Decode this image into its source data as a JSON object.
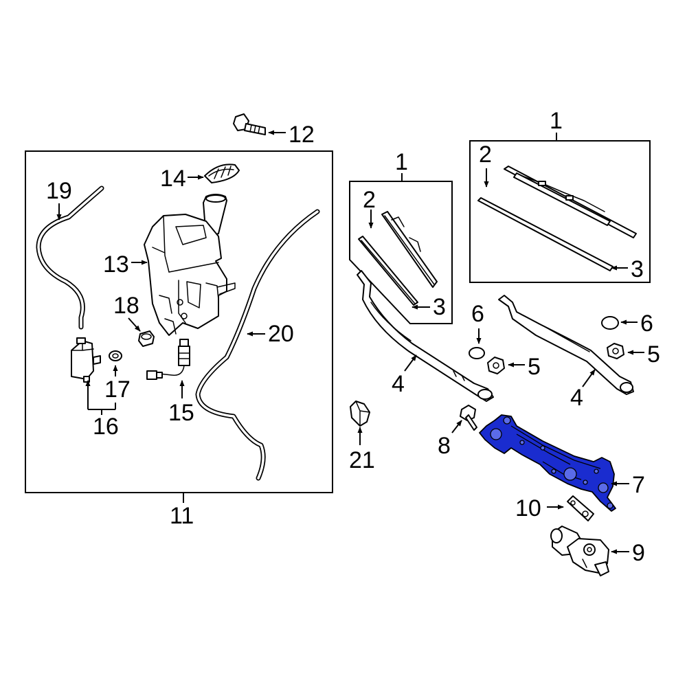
{
  "colors": {
    "highlight": "#1a2ccf",
    "line": "#000000",
    "background": "#ffffff"
  },
  "callouts": {
    "c1_left": "1",
    "c1_right": "1",
    "c2_left": "2",
    "c2_right": "2",
    "c3_left": "3",
    "c3_right": "3",
    "c4_left": "4",
    "c4_right": "4",
    "c5_left": "5",
    "c5_right": "5",
    "c6_left": "6",
    "c6_right": "6",
    "c7": "7",
    "c8": "8",
    "c9": "9",
    "c10": "10",
    "c11": "11",
    "c12": "12",
    "c13": "13",
    "c14": "14",
    "c15": "15",
    "c16": "16",
    "c17": "17",
    "c18": "18",
    "c19": "19",
    "c20": "20",
    "c21": "21"
  },
  "highlighted_part": "7"
}
